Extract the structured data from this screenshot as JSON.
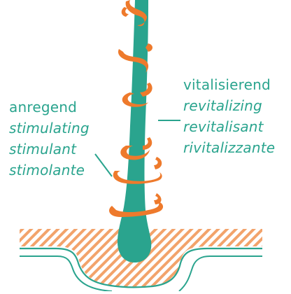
{
  "colors": {
    "teal": "#2aa48e",
    "orange": "#ee7a2c",
    "hatch_orange": "#f2a36b",
    "background": "#ffffff"
  },
  "left_label": {
    "title": "anregend",
    "translations": [
      "stimulating",
      "stimulant",
      "stimolante"
    ]
  },
  "right_label": {
    "title": "vitalisierend",
    "translations": [
      "revitalizing",
      "revitalisant",
      "rivitalizzante"
    ]
  },
  "icons": [
    "hair-strand-icon",
    "spiral-ribbon-icon",
    "skin-section-icon"
  ]
}
